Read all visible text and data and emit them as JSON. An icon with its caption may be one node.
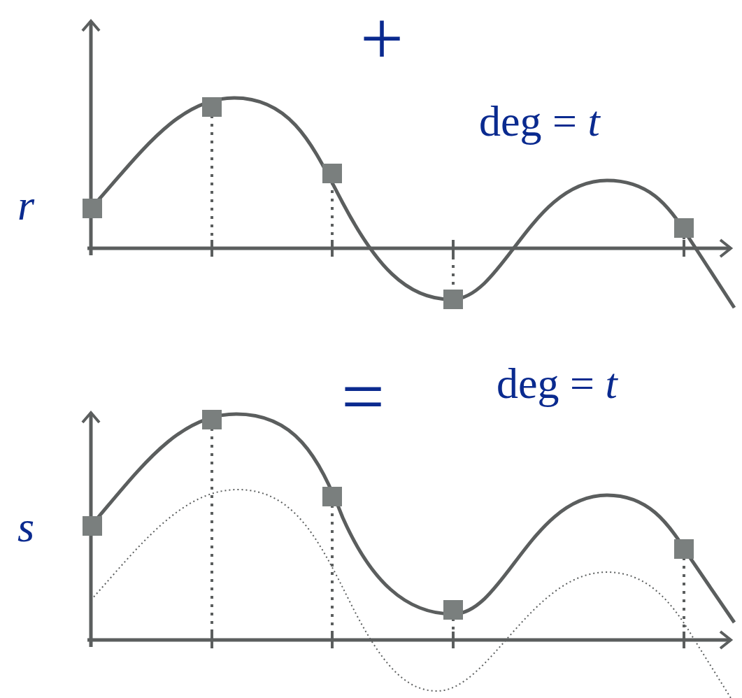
{
  "diagram": {
    "labels": [
      "+",
      "deg = *t*",
      "r",
      "=",
      "deg = *t*",
      "s"
    ]
  }
}
